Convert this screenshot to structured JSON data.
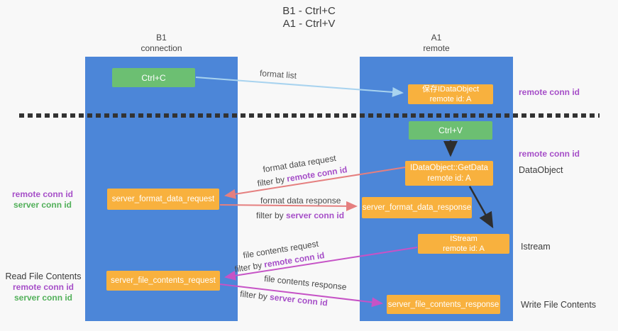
{
  "title": {
    "line1": "B1 - Ctrl+C",
    "line2": "A1 - Ctrl+V"
  },
  "lanes": {
    "left": {
      "name": "B1",
      "subtitle": "connection"
    },
    "right": {
      "name": "A1",
      "subtitle": "remote"
    }
  },
  "nodes": {
    "ctrl_c": {
      "label": "Ctrl+C"
    },
    "save_idataobject": {
      "line1": "保存IDataObject",
      "line2": "remote id: A"
    },
    "ctrl_v": {
      "label": "Ctrl+V"
    },
    "idataobject_getdata": {
      "line1": "IDataObject::GetData",
      "line2": "remote id: A"
    },
    "server_format_data_request": {
      "label": "server_format_data_request"
    },
    "server_format_data_response": {
      "label": "server_format_data_response"
    },
    "istream": {
      "line1": "IStream",
      "line2": "remote id: A"
    },
    "server_file_contents_request": {
      "label": "server_file_contents_request"
    },
    "server_file_contents_response": {
      "label": "server_file_contents_response"
    }
  },
  "side_labels": {
    "right_remote_conn_id_top": "remote conn id",
    "right_remote_conn_id_mid": "remote conn id",
    "dataobject": "DataObject",
    "istream": "Istream",
    "write_file_contents": "Write File Contents",
    "left_remote_conn_id_1": "remote conn id",
    "left_server_conn_id_1": "server conn id",
    "read_file_contents": "Read File Contents",
    "left_remote_conn_id_2": "remote conn id",
    "left_server_conn_id_2": "server conn id"
  },
  "flow_labels": {
    "format_list": "format list",
    "format_data_request": "format data request",
    "format_data_response": "format data response",
    "file_contents_request": "file contents request",
    "file_contents_response": "file contents response",
    "filter_by": "filter by ",
    "remote_conn_id": "remote conn id",
    "server_conn_id": "server conn id"
  },
  "colors": {
    "lane_blue": "#4c86d8",
    "node_orange": "#f8b13e",
    "node_green": "#6cbf72",
    "arrow_light_blue": "#a8d3ef",
    "arrow_salmon": "#e57f7f",
    "arrow_magenta": "#c653c6",
    "arrow_black": "#2e2e2e",
    "text_purple": "#a64fc8",
    "text_green": "#52b05a",
    "background": "#f8f8f8"
  }
}
